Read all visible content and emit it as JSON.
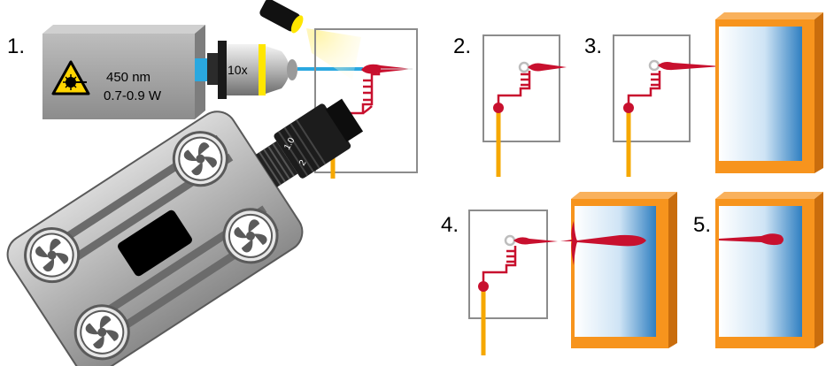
{
  "steps": [
    {
      "number": "1."
    },
    {
      "number": "2."
    },
    {
      "number": "3."
    },
    {
      "number": "4."
    },
    {
      "number": "5."
    }
  ],
  "laser": {
    "wavelength": "450 nm",
    "power": "0.7-0.9 W",
    "hazard_icon": "laser-warning-icon"
  },
  "objective": {
    "magnification": "10x"
  },
  "camera_lens": {
    "scale_labels": [
      "1.0",
      "2"
    ]
  },
  "colors": {
    "laser_body": "#a6a6a6",
    "beam": "#2aa8e0",
    "fiber": "#c8102e",
    "pipette": "#f6a800",
    "substrate_frame": "#f7941d",
    "substrate_fill": "#2f7fc1",
    "warning_yellow": "#ffd500",
    "lens_ring": "#ffe600"
  }
}
